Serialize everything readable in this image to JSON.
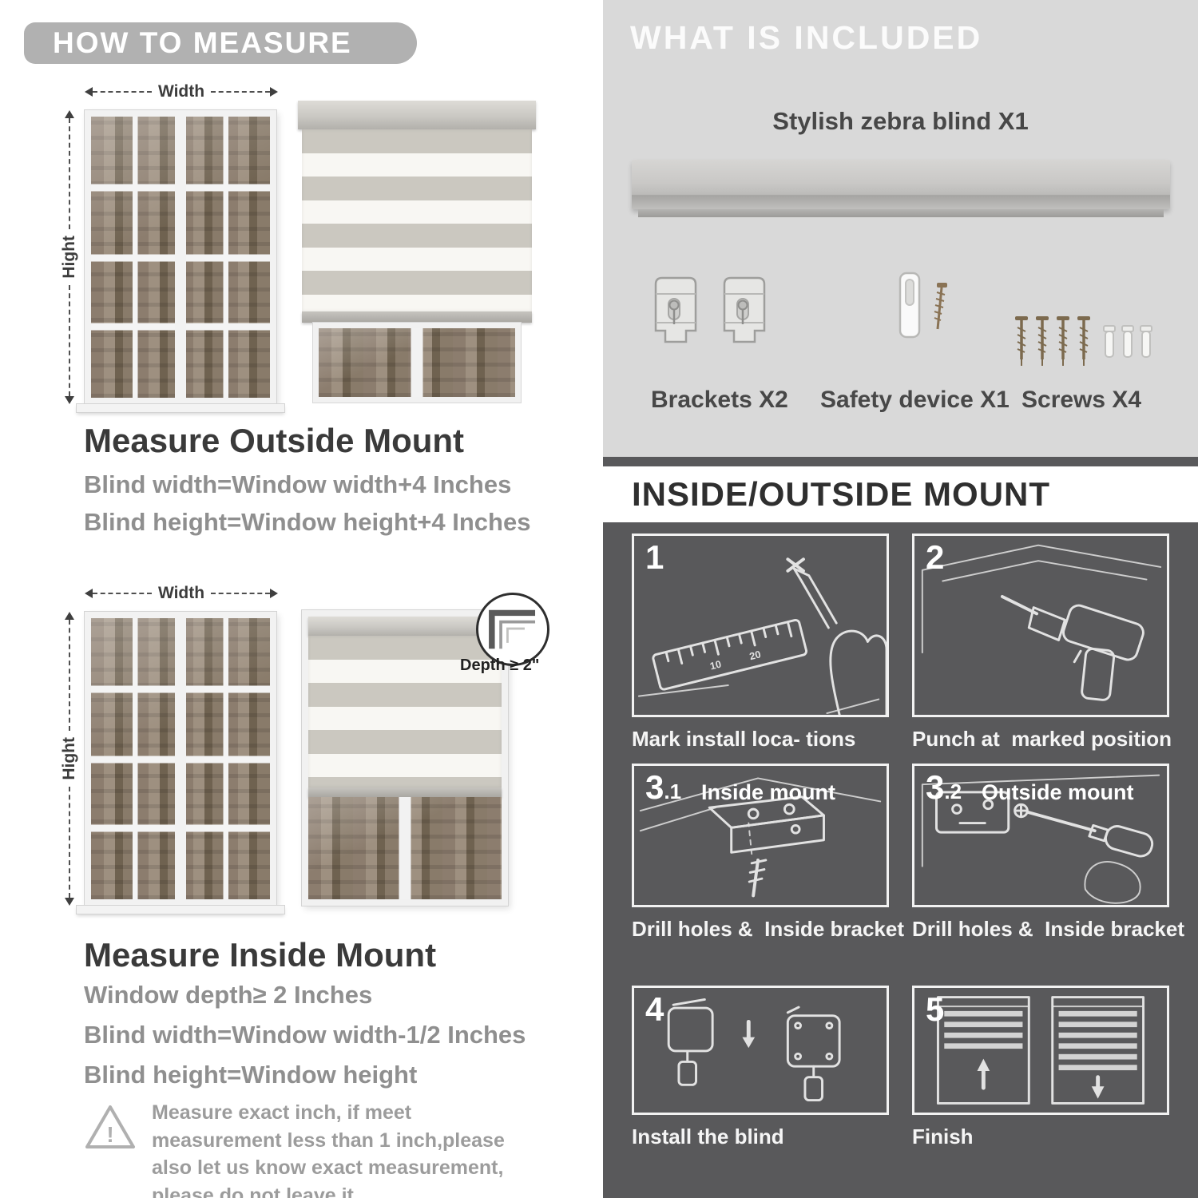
{
  "colors": {
    "banner_gray": "#b1b1b1",
    "included_bg": "#d9d9d9",
    "mount_bg": "#59595b",
    "heading_dark": "#3a3a3a",
    "body_gray": "#8f8f8f",
    "caption_white": "#f5f5f5"
  },
  "left": {
    "banner": "HOW TO MEASURE",
    "outside": {
      "width_label": "Width",
      "height_label": "Hight",
      "title": "Measure Outside Mount",
      "lines": [
        "Blind width=Window width+4 Inches",
        "Blind height=Window height+4 Inches"
      ]
    },
    "inside": {
      "width_label": "Width",
      "height_label": "Hight",
      "depth_callout": "Depth ≥ 2\"",
      "title": "Measure Inside Mount",
      "lines": [
        "Window depth≥ 2 Inches",
        "Blind width=Window width-1/2 Inches",
        "Blind height=Window height"
      ]
    },
    "warning": {
      "mark": "!",
      "text": "Measure exact inch, if meet measurement less than 1 inch,please also let us know exact measurement, please do not leave it"
    }
  },
  "right": {
    "included": {
      "header": "WHAT IS INCLUDED",
      "blind_label": "Stylish zebra blind X1",
      "item_labels": [
        "Brackets X2",
        "Safety device X1",
        "Screws X4"
      ]
    },
    "mount": {
      "header": "INSIDE/OUTSIDE MOUNT",
      "steps": [
        {
          "num": "1",
          "sub": "",
          "title": "",
          "caption": "Mark install loca- tions"
        },
        {
          "num": "2",
          "sub": "",
          "title": "",
          "caption": "Punch at  marked position"
        },
        {
          "num": "3",
          "sub": ".1",
          "title": "Inside mount",
          "caption": "Drill holes &  Inside bracket"
        },
        {
          "num": "3",
          "sub": ".2",
          "title": "Outside mount",
          "caption": "Drill holes &  Inside bracket"
        },
        {
          "num": "4",
          "sub": "",
          "title": "",
          "caption": "Install the blind"
        },
        {
          "num": "5",
          "sub": "",
          "title": "",
          "caption": "Finish"
        }
      ]
    }
  }
}
